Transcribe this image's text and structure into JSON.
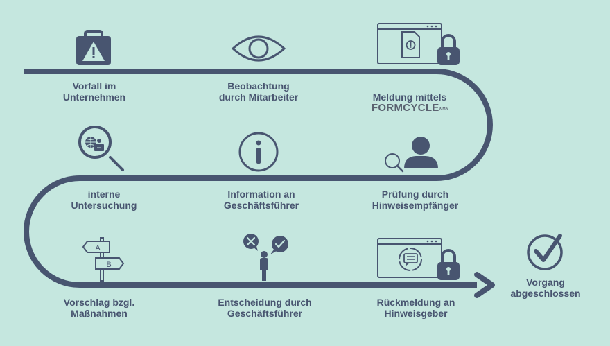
{
  "colors": {
    "background": "#c5e7df",
    "path": "#485570",
    "icon_fill": "#485570",
    "icon_light": "#c5e7df"
  },
  "steps": [
    {
      "id": 1,
      "icon": "warning-case-icon",
      "label": "Vorfall im\nUnternehmen"
    },
    {
      "id": 2,
      "icon": "eye-icon",
      "label": "Beobachtung\ndurch Mitarbeiter"
    },
    {
      "id": 3,
      "icon": "locked-document-window-icon",
      "label": "Meldung mittels",
      "brand": "FORMCYCLE",
      "brand_sup": "XIMA"
    },
    {
      "id": 4,
      "icon": "user-search-icon",
      "label": "Prüfung durch\nHinweisempfänger"
    },
    {
      "id": 5,
      "icon": "info-icon",
      "label": "Information an\nGeschäftsführer"
    },
    {
      "id": 6,
      "icon": "magnifier-investigation-icon",
      "label": "interne\nUntersuchung"
    },
    {
      "id": 7,
      "icon": "signpost-icon",
      "label": "Vorschlag bzgl.\nMaßnahmen",
      "sign_a": "A",
      "sign_b": "B"
    },
    {
      "id": 8,
      "icon": "decision-person-icon",
      "label": "Entscheidung durch\nGeschäftsführer"
    },
    {
      "id": 9,
      "icon": "locked-feedback-window-icon",
      "label": "Rückmeldung an\nHinweisgeber"
    },
    {
      "id": 10,
      "icon": "checkmark-circle-icon",
      "label": "Vorgang\nabgeschlossen"
    }
  ]
}
